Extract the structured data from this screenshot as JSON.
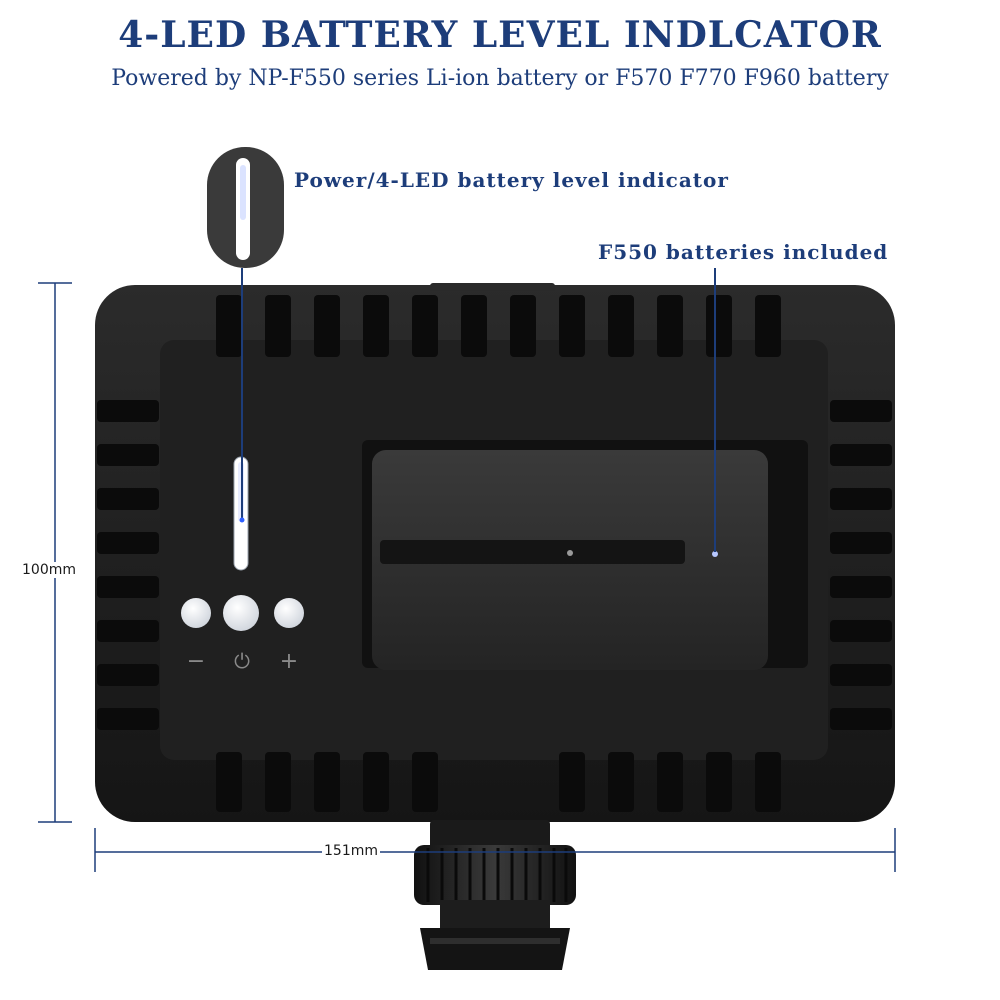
{
  "header": {
    "title": "4-LED BATTERY LEVEL INDLCATOR",
    "subtitle": "Powered by NP-F550 series Li-ion battery or F570 F770 F960 battery"
  },
  "callouts": {
    "indicator": "Power/4-LED battery level indicator",
    "battery": "F550 batteries included"
  },
  "dimensions": {
    "height_label": "100mm",
    "width_label": "151mm"
  },
  "controls": {
    "minus_symbol": "−",
    "power_symbol": "⏻",
    "plus_symbol": "+"
  },
  "colors": {
    "accent": "#1d3d7a",
    "body": "#1b1b1b",
    "led": "#ffffff"
  }
}
